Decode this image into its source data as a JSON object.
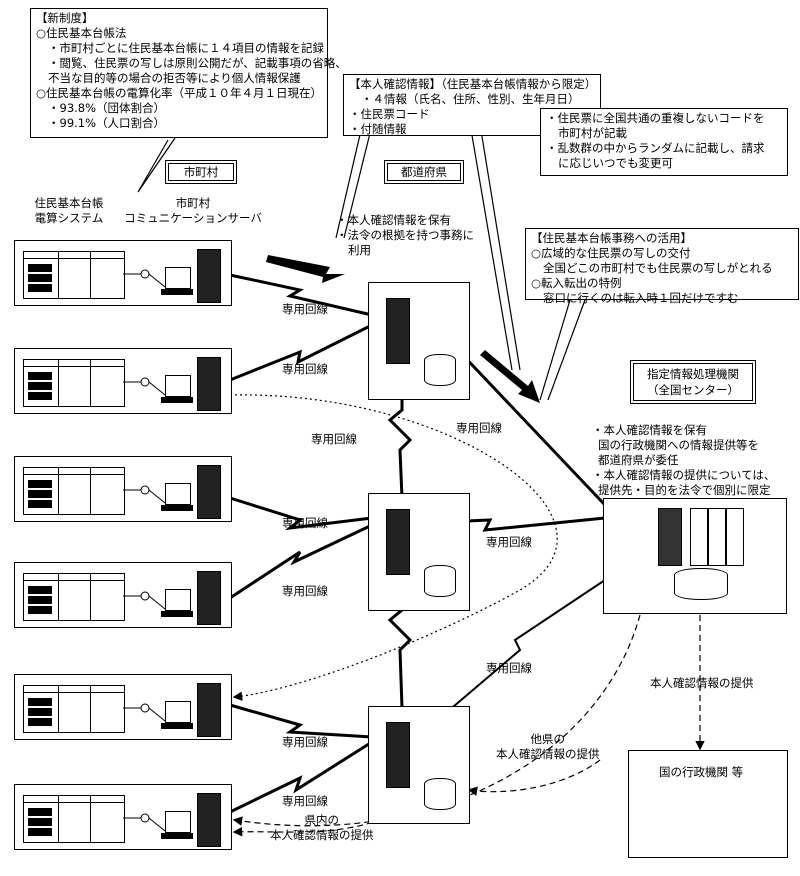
{
  "new_system": {
    "heading": "【新制度】",
    "lines": [
      "○住民基本台帳法",
      "・市町村ごとに住民基本台帳に１４項目の情報を記録",
      "・閲覧、住民票の写しは原則公開だが、記載事項の省略、",
      "不当な目的等の場合の拒否等により個人情報保護",
      "○住民基本台帳の電算化率（平成１０年４月１日現在）",
      "・93.8%（団体割合）",
      "・99.1%（人口割合）"
    ]
  },
  "identity_info": {
    "heading": "【本人確認情報】（住民基本台帳情報から限定）",
    "lines": [
      "・４情報（氏名、住所、性別、生年月日）",
      "・住民票コード",
      "・付随情報"
    ]
  },
  "resident_code_note": {
    "lines": [
      "・住民票に全国共通の重複しないコードを",
      "市町村が記載",
      "・乱数群の中からランダムに記載し、請求",
      "に応じいつでも変更可"
    ]
  },
  "usage": {
    "heading": "【住民基本台帳事務への活用】",
    "lines": [
      "○広域的な住民票の写しの交付",
      "全国どこの市町村でも住民票の写しがとれる",
      "○転入転出の特例",
      "窓口に行くのは転入時１回だけですむ"
    ]
  },
  "labels": {
    "municipality": "市町村",
    "prefecture": "都道府県",
    "resident_system_1": "住民基本台帳",
    "resident_system_2": "電算システム",
    "comm_server_1": "市町村",
    "comm_server_2": "コミュニケーションサーバ",
    "prefecture_note_1": "・本人確認情報を保有",
    "prefecture_note_2": "・法令の根拠を持つ事務に",
    "prefecture_note_3": "利用",
    "center_1": "指定情報処理機関",
    "center_2": "（全国センター）",
    "center_note": [
      "・本人確認情報を保有",
      "国の行政機関への情報提供等を",
      "都道府県が委任",
      "・本人確認情報の提供については、",
      "提供先・目的を法令で個別に限定"
    ],
    "dedicated_line": "専用回線",
    "provide_identity": "本人確認情報の提供",
    "gov_agency": "国の行政機関 等",
    "other_pref_1": "他県の",
    "other_pref_2": "本人確認情報の提供",
    "in_pref_1": "県内の",
    "in_pref_2": "本人確認情報の提供"
  }
}
